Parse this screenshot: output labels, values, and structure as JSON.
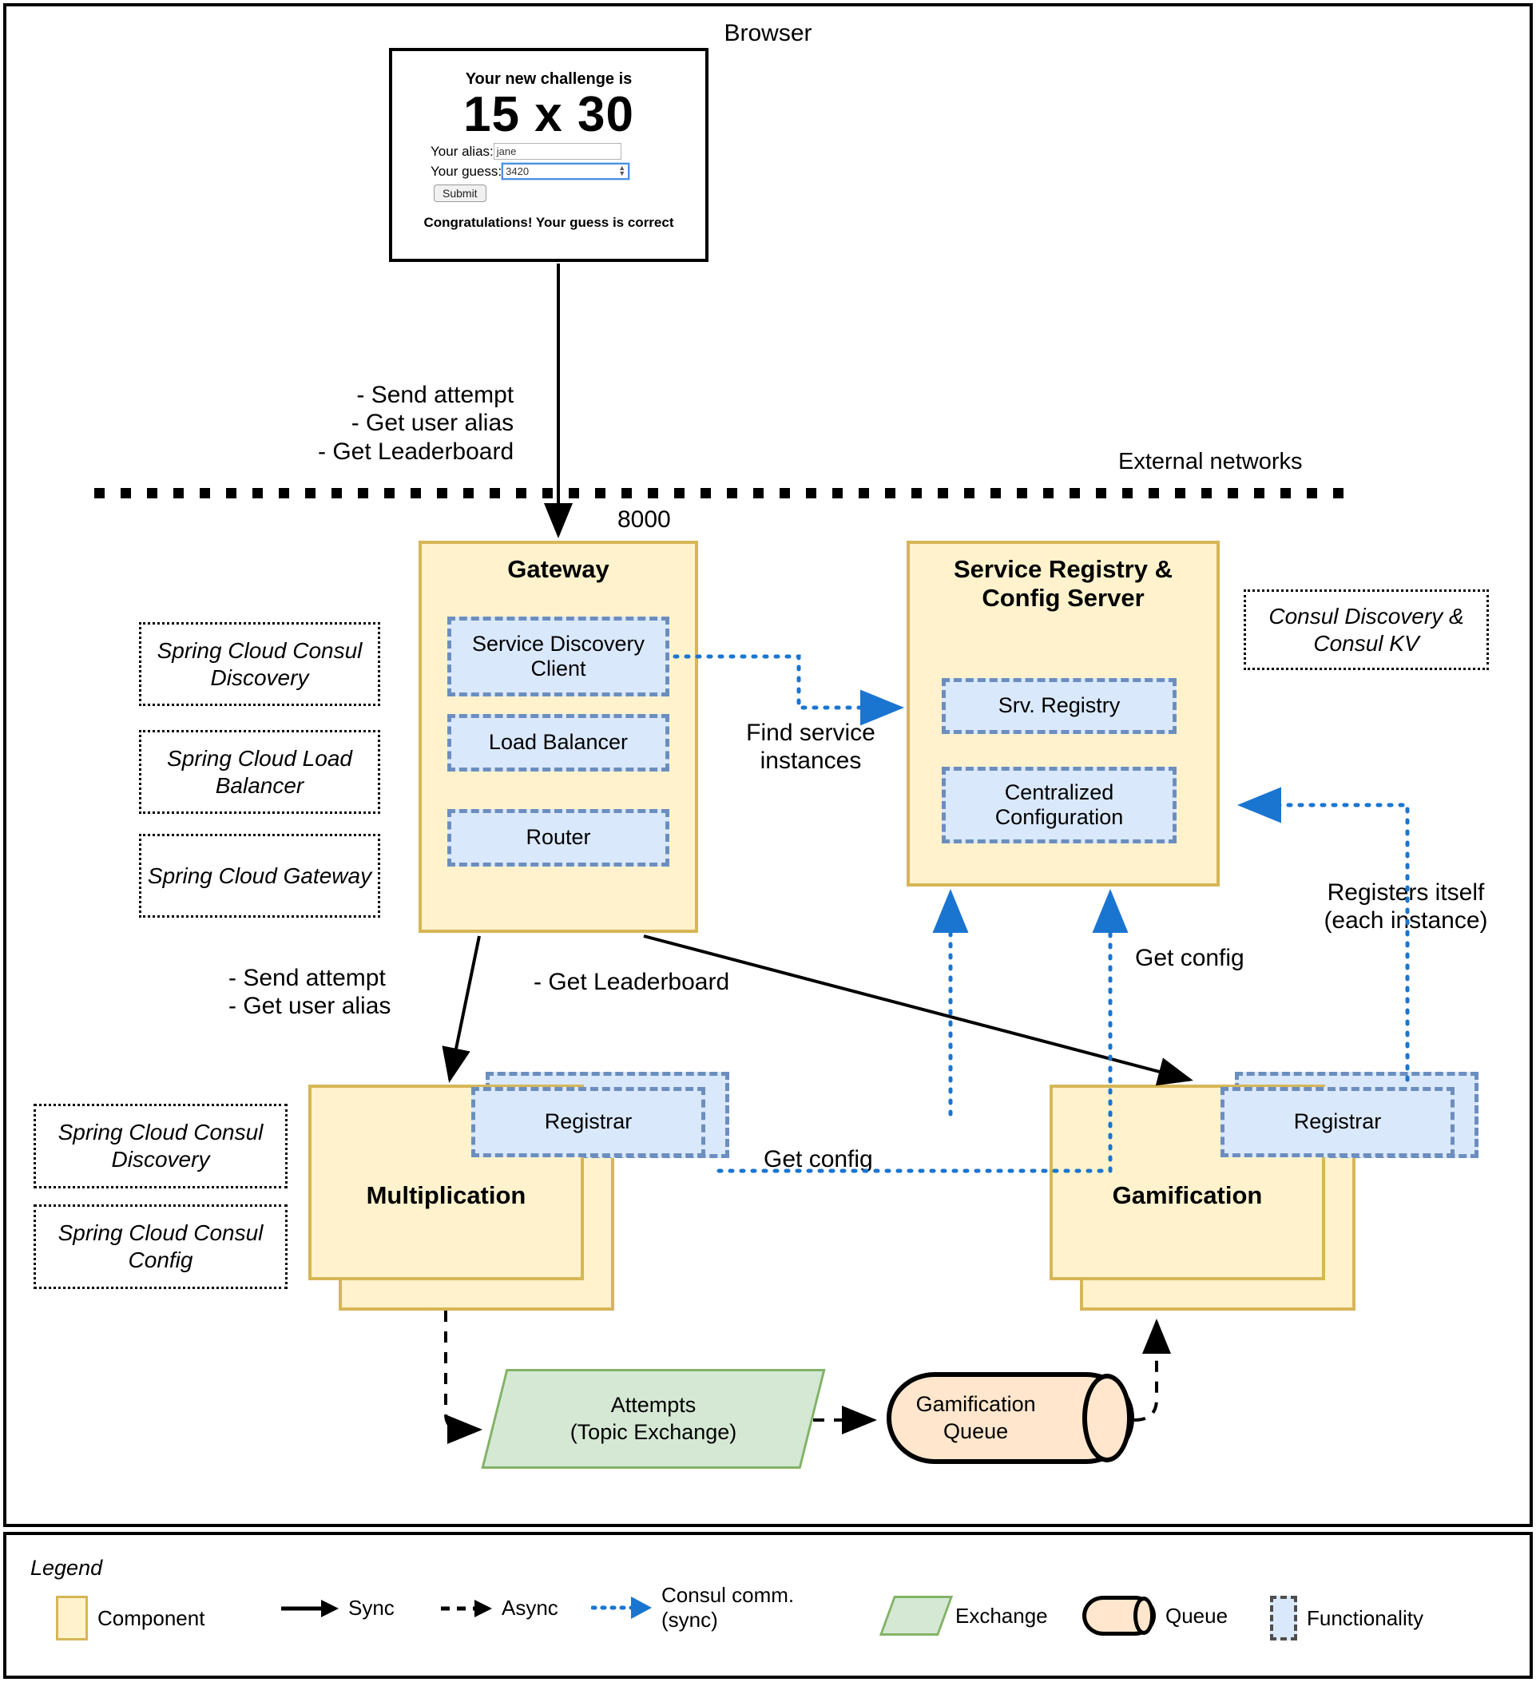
{
  "browser": {
    "label": "Browser",
    "heading": "Your new challenge is",
    "challenge": "15 x 30",
    "alias_label": "Your alias:",
    "alias_value": "jane",
    "guess_label": "Your guess:",
    "guess_value": "3420",
    "submit_label": "Submit",
    "result": "Congratulations! Your guess is correct"
  },
  "boundary": {
    "external_networks": "External networks"
  },
  "flows": {
    "browser_to_gateway": "- Send attempt\n- Get user alias\n- Get Leaderboard",
    "gateway_port": "8000",
    "find_service_instances": "Find service\ninstances",
    "gateway_to_multiplication": "- Send attempt\n- Get user alias",
    "gateway_to_gamification": "- Get Leaderboard",
    "get_config_right": "Get config",
    "get_config_multiplication": "Get config",
    "registers_itself": "Registers itself\n(each instance)"
  },
  "components": {
    "gateway": {
      "title": "Gateway",
      "functionalities": [
        "Service\nDiscovery Client",
        "Load Balancer",
        "Router"
      ]
    },
    "registry": {
      "title": "Service Registry &\nConfig Server",
      "functionalities": [
        "Srv. Registry",
        "Centralized\nConfiguration"
      ]
    },
    "multiplication": {
      "title": "Multiplication",
      "functionality": "Registrar"
    },
    "gamification": {
      "title": "Gamification",
      "functionality": "Registrar"
    }
  },
  "notes": {
    "gateway_left": [
      "Spring Cloud\nConsul Discovery",
      "Spring Cloud\nLoad Balancer",
      "Spring Cloud\nGateway"
    ],
    "registry_right": "Consul Discovery\n& Consul KV",
    "multiplication_left": [
      "Spring Cloud\nConsul Discovery",
      "Spring Cloud\nConsul Config"
    ]
  },
  "messaging": {
    "exchange": "Attempts\n(Topic Exchange)",
    "exchange_line1": "Attempts",
    "exchange_line2": "(Topic Exchange)",
    "queue": "Gamification\nQueue",
    "queue_line1": "Gamification",
    "queue_line2": "Queue"
  },
  "legend": {
    "title": "Legend",
    "items": [
      {
        "label": "Component",
        "kind": "component-swatch"
      },
      {
        "label": "Sync",
        "kind": "solid-arrow"
      },
      {
        "label": "Async",
        "kind": "dashed-arrow"
      },
      {
        "label": "Consul comm.\n(sync)",
        "kind": "dotted-blue-arrow"
      },
      {
        "label": "Exchange",
        "kind": "exchange-swatch"
      },
      {
        "label": "Queue",
        "kind": "queue-swatch"
      },
      {
        "label": "Functionality",
        "kind": "functionality-swatch"
      }
    ],
    "consul_line1": "Consul comm.",
    "consul_line2": "(sync)"
  },
  "colors": {
    "component_fill": "#fff2cc",
    "component_border": "#d6b656",
    "functionality_fill": "#dae8fc",
    "functionality_border": "#6c8ebf",
    "exchange_fill": "#d5e8d4",
    "exchange_border": "#82b366",
    "queue_fill": "#ffe6cc",
    "queue_border": "#000000",
    "consul_arrow": "#1a75d1"
  }
}
